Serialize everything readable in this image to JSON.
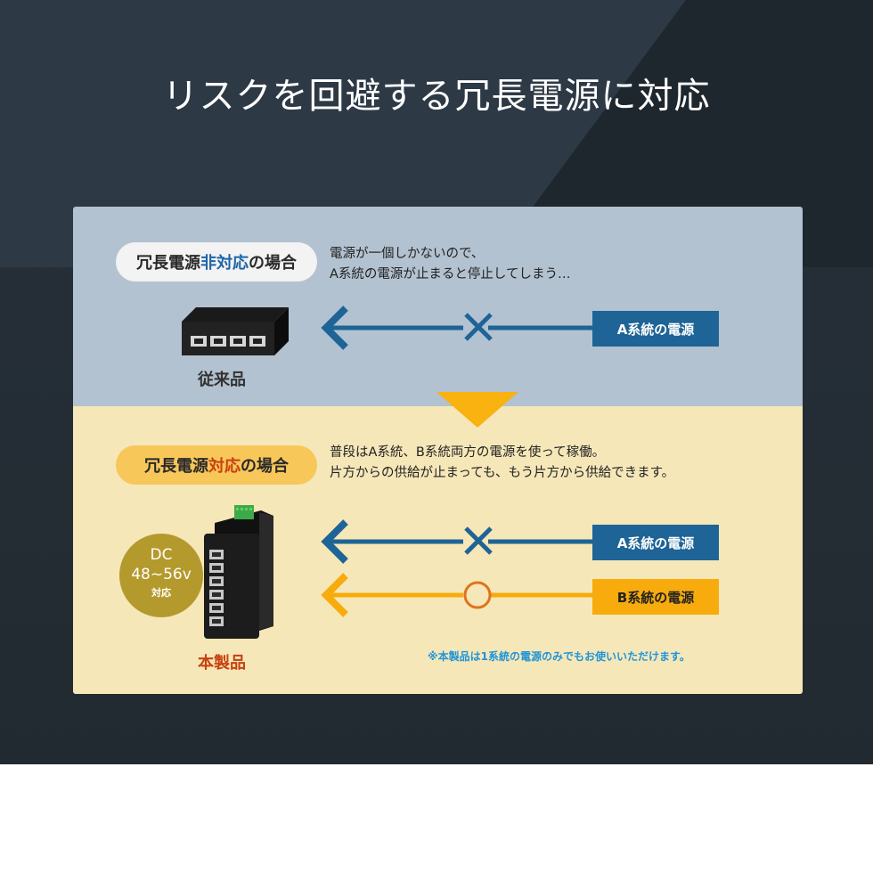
{
  "title": "リスクを回避する冗長電源に対応",
  "top_section": {
    "pill_pre": "冗長電源",
    "pill_highlight": "非対応",
    "pill_post": "の場合",
    "description_line1": "電源が一個しかないので、",
    "description_line2": "A系統の電源が止まると停止してしまう…",
    "source_label": "A系統の電源",
    "device_caption": "従来品"
  },
  "bottom_section": {
    "pill_pre": "冗長電源",
    "pill_highlight": "対応",
    "pill_post": "の場合",
    "description_line1": "普段はA系統、B系統両方の電源を使って稼働。",
    "description_line2": "片方からの供給が止まっても、もう片方から供給できます。",
    "source_a_label": "A系統の電源",
    "source_b_label": "B系統の電源",
    "device_caption": "本製品",
    "badge_line1": "DC",
    "badge_line2": "48~56v",
    "badge_line3": "対応",
    "note": "※本製品は1系統の電源のみでもお使いいただけます。"
  },
  "colors": {
    "background_dark": "#252e36",
    "top_panel": "#b3c2d0",
    "bottom_panel": "#f6e7b9",
    "accent_blue": "#1e6496",
    "accent_orange": "#f7ab0c",
    "highlight_blue": "#1e65a7",
    "highlight_red": "#c8410f",
    "badge_gold": "#b49a2c",
    "note_blue": "#2095d8"
  }
}
